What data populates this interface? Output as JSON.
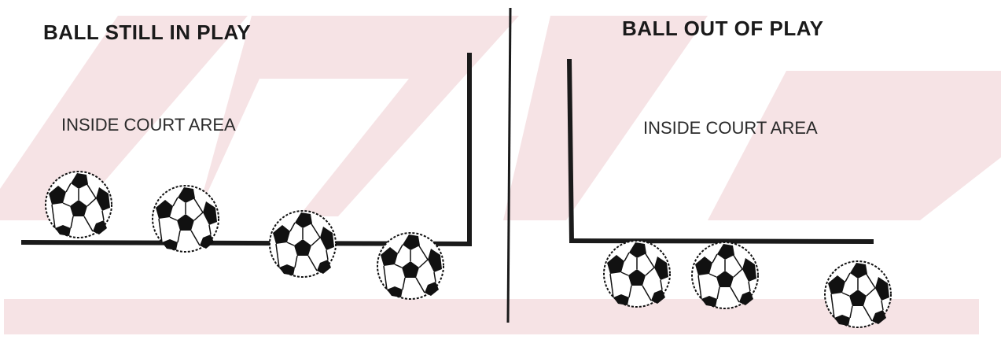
{
  "panels": {
    "left": {
      "heading": "BALL STILL IN PLAY",
      "area_label": "INSIDE COURT AREA"
    },
    "right": {
      "heading": "BALL OUT OF PLAY",
      "area_label": "INSIDE COURT AREA"
    }
  },
  "colors": {
    "background": "#ffffff",
    "watermark": "#f6e3e5",
    "lines": "#1a1a1a",
    "ball_patch": "#111111",
    "ball_body": "#ffffff"
  },
  "icons": {
    "ball": "soccer-ball-icon"
  }
}
